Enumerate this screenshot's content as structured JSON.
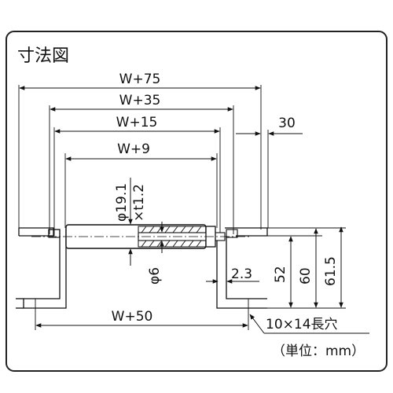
{
  "title": "寸法図",
  "dimensions": {
    "w75": "W+75",
    "w35": "W+35",
    "w15": "W+15",
    "w9": "W+9",
    "w50": "W+50",
    "d30": "30",
    "phi19": "φ19.1",
    "t12": "×t1.2",
    "phi6": "φ6",
    "d23": "2.3",
    "d52": "52",
    "d60": "60",
    "d615": "61.5",
    "slot": "10×14長穴"
  },
  "unit_note": "（単位：mm）",
  "colors": {
    "line": "#111111",
    "frame": "#222222",
    "background": "#ffffff"
  }
}
